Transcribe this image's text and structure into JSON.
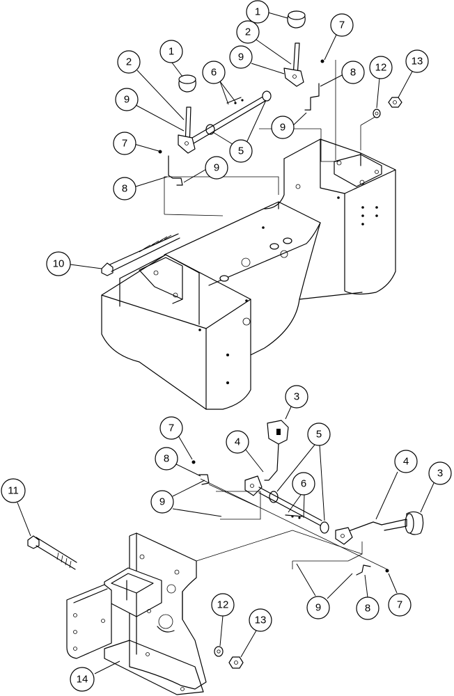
{
  "diagram": {
    "callouts": [
      {
        "id": "c1a",
        "label": "1"
      },
      {
        "id": "c1b",
        "label": "1"
      },
      {
        "id": "c2a",
        "label": "2"
      },
      {
        "id": "c2b",
        "label": "2"
      },
      {
        "id": "c7a",
        "label": "7"
      },
      {
        "id": "c7b",
        "label": "7"
      },
      {
        "id": "c9a",
        "label": "9"
      },
      {
        "id": "c9b",
        "label": "9"
      },
      {
        "id": "c9c",
        "label": "9"
      },
      {
        "id": "c9d",
        "label": "9"
      },
      {
        "id": "c6a",
        "label": "6"
      },
      {
        "id": "c8a",
        "label": "8"
      },
      {
        "id": "c8b",
        "label": "8"
      },
      {
        "id": "c12a",
        "label": "12"
      },
      {
        "id": "c13a",
        "label": "13"
      },
      {
        "id": "c5a",
        "label": "5"
      },
      {
        "id": "c10",
        "label": "10"
      },
      {
        "id": "c3a",
        "label": "3"
      },
      {
        "id": "c7c",
        "label": "7"
      },
      {
        "id": "c4a",
        "label": "4"
      },
      {
        "id": "c5b",
        "label": "5"
      },
      {
        "id": "c8c",
        "label": "8"
      },
      {
        "id": "c9e",
        "label": "9"
      },
      {
        "id": "c6b",
        "label": "6"
      },
      {
        "id": "c4b",
        "label": "4"
      },
      {
        "id": "c3b",
        "label": "3"
      },
      {
        "id": "c11",
        "label": "11"
      },
      {
        "id": "c9f",
        "label": "9"
      },
      {
        "id": "c8d",
        "label": "8"
      },
      {
        "id": "c7d",
        "label": "7"
      },
      {
        "id": "c12b",
        "label": "12"
      },
      {
        "id": "c13b",
        "label": "13"
      },
      {
        "id": "c14",
        "label": "14"
      }
    ]
  }
}
